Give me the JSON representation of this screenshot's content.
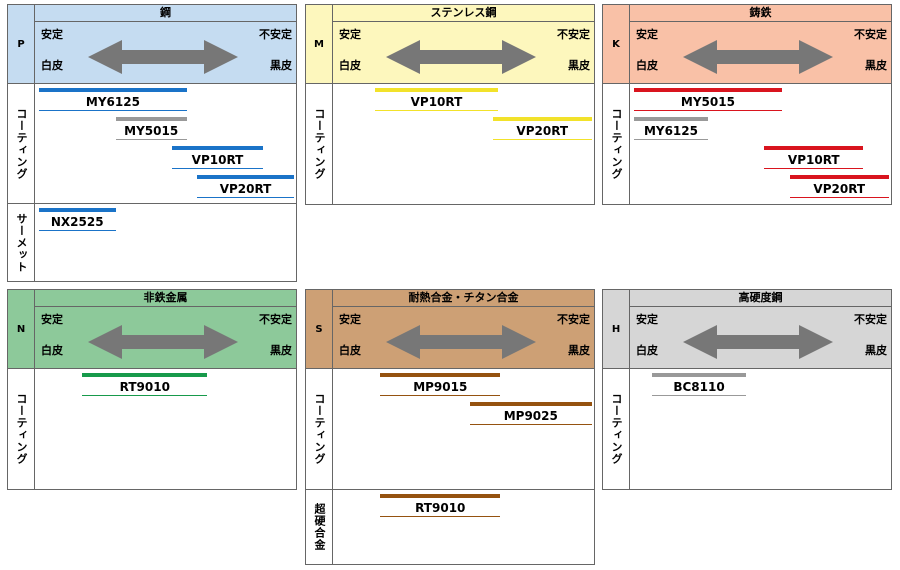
{
  "labels": {
    "stable": "安定",
    "unstable": "不安定",
    "white_skin": "白皮",
    "black_skin": "黒皮"
  },
  "colors": {
    "arrow": "#777777",
    "gray_grade": "#999999",
    "border": "#666666"
  },
  "panels": [
    {
      "code": "P",
      "material": "鋼",
      "header_bg": "#c5dcf1",
      "accent": "#1a73c8",
      "sections": [
        {
          "label": "コーティング",
          "grades": [
            {
              "name": "MY6125",
              "color": "#1a73c8",
              "start": 0.0,
              "end": 0.58
            },
            {
              "name": "MY5015",
              "color": "#999999",
              "start": 0.3,
              "end": 0.58
            },
            {
              "name": "VP10RT",
              "color": "#1a73c8",
              "start": 0.52,
              "end": 0.88
            },
            {
              "name": "VP20RT",
              "color": "#1a73c8",
              "start": 0.62,
              "end": 1.0
            }
          ]
        },
        {
          "label": "サーメット",
          "grades": [
            {
              "name": "NX2525",
              "color": "#1a73c8",
              "start": 0.0,
              "end": 0.3
            }
          ]
        }
      ]
    },
    {
      "code": "M",
      "material": "ステンレス鋼",
      "header_bg": "#fdf7bd",
      "accent": "#f2e22a",
      "sections": [
        {
          "label": "コーティング",
          "grades": [
            {
              "name": "VP10RT",
              "color": "#f2e22a",
              "start": 0.15,
              "end": 0.63
            },
            {
              "name": "VP20RT",
              "color": "#f2e22a",
              "start": 0.61,
              "end": 1.0
            }
          ]
        }
      ]
    },
    {
      "code": "K",
      "material": "鋳鉄",
      "header_bg": "#f9c1a7",
      "accent": "#d9141e",
      "sections": [
        {
          "label": "コーティング",
          "grades": [
            {
              "name": "MY5015",
              "color": "#d9141e",
              "start": 0.0,
              "end": 0.58
            },
            {
              "name": "MY6125",
              "color": "#999999",
              "start": 0.0,
              "end": 0.29
            },
            {
              "name": "VP10RT",
              "color": "#d9141e",
              "start": 0.51,
              "end": 0.9
            },
            {
              "name": "VP20RT",
              "color": "#d9141e",
              "start": 0.61,
              "end": 1.0
            }
          ]
        }
      ]
    },
    {
      "code": "N",
      "material": "非鉄金属",
      "header_bg": "#8dc99a",
      "accent": "#179a4b",
      "sections": [
        {
          "label": "コーティング",
          "grades": [
            {
              "name": "RT9010",
              "color": "#179a4b",
              "start": 0.17,
              "end": 0.66
            }
          ]
        }
      ]
    },
    {
      "code": "S",
      "material": "耐熱合金・チタン合金",
      "header_bg": "#cda075",
      "accent": "#955210",
      "sections": [
        {
          "label": "コーティング",
          "grades": [
            {
              "name": "MP9015",
              "color": "#955210",
              "start": 0.17,
              "end": 0.64
            },
            {
              "name": "MP9025",
              "color": "#955210",
              "start": 0.52,
              "end": 1.0
            }
          ]
        },
        {
          "label": "超硬合金",
          "grades": [
            {
              "name": "RT9010",
              "color": "#955210",
              "start": 0.17,
              "end": 0.64
            }
          ]
        }
      ]
    },
    {
      "code": "H",
      "material": "高硬度鋼",
      "header_bg": "#d6d6d6",
      "accent": "#999999",
      "sections": [
        {
          "label": "コーティング",
          "grades": [
            {
              "name": "BC8110",
              "color": "#999999",
              "start": 0.07,
              "end": 0.44
            }
          ]
        }
      ]
    }
  ]
}
